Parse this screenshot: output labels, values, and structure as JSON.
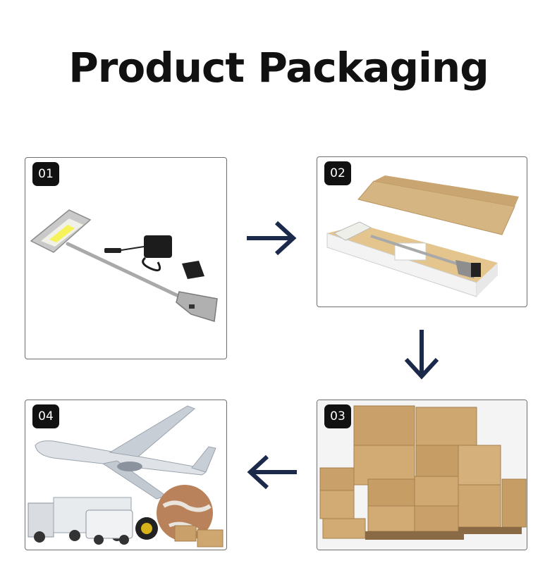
{
  "title": "Product Packaging",
  "colors": {
    "arrow": "#1b2a4a",
    "badge": "#111111",
    "border": "#6f6f6f"
  },
  "steps": [
    {
      "number": "01",
      "image": "led-display-light-with-adapter"
    },
    {
      "number": "02",
      "image": "light-in-open-cardboard-box"
    },
    {
      "number": "03",
      "image": "stacked-cartons-on-pallets"
    },
    {
      "number": "04",
      "image": "airplane-truck-globe-shipping"
    }
  ],
  "arrows": [
    "arrow-right-icon",
    "arrow-down-icon",
    "arrow-left-icon"
  ]
}
